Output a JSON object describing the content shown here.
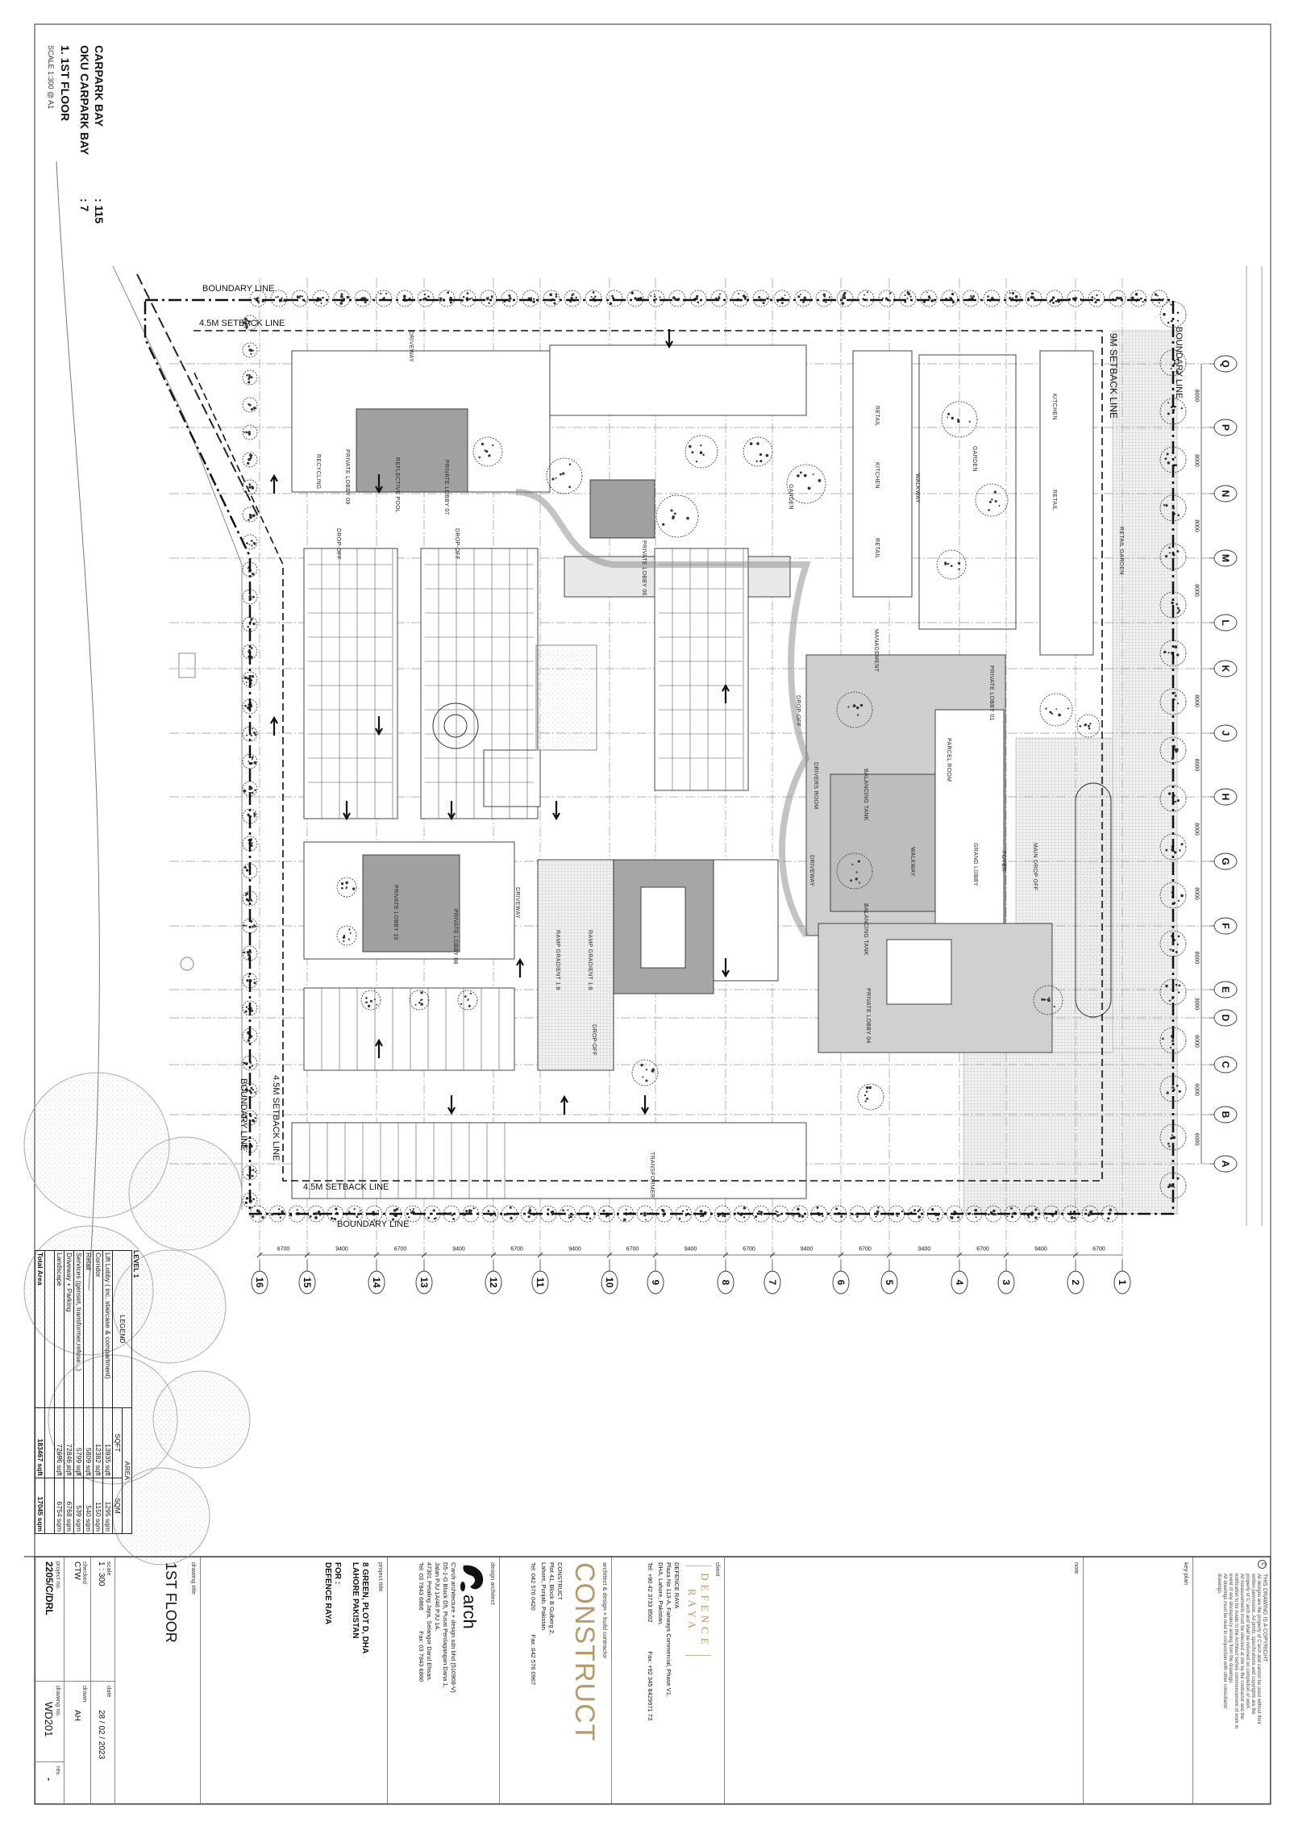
{
  "header": {
    "carpark_label": "CARPARK BAY",
    "carpark_value": ": 115",
    "oku_label": "OKU CARPARK BAY",
    "oku_value": ": 7",
    "title": "1. 1ST FLOOR",
    "scale": "SCALE 1:300 @ A1"
  },
  "boundary": {
    "top_boundary": "BOUNDARY LINE",
    "top_setback": "4.5M SETBACK LINE",
    "bottom_setback": "4.5M SETBACK LINE",
    "bottom_boundary": "BOUNDARY LINE",
    "left_boundary": "BOUNDARY LINE",
    "left_setback": "4.5M SETBACK LINE",
    "right_setback": "9M SETBACK LINE",
    "right_boundary": "BOUNDARY LINE"
  },
  "grid": {
    "columns": [
      "16",
      "15",
      "14",
      "13",
      "12",
      "11",
      "10",
      "9",
      "8",
      "7",
      "6",
      "5",
      "4",
      "3",
      "2",
      "1"
    ],
    "column_dims": [
      "6700",
      "9400",
      "6700",
      "9400",
      "6700",
      "9400",
      "6700",
      "9400",
      "6700",
      "9400",
      "6700",
      "9400",
      "6700",
      "9400",
      "6700"
    ],
    "rows": [
      "Q",
      "P",
      "N",
      "M",
      "L",
      "K",
      "J",
      "H",
      "G",
      "F",
      "E",
      "D",
      "C",
      "B",
      "A"
    ],
    "row_dims": [
      "8000",
      "8000",
      "8000",
      "8000",
      "",
      "8000",
      "8000",
      "8000",
      "8000",
      "8000",
      "3000",
      "6000",
      "6000",
      "6000"
    ]
  },
  "plan": {
    "labels": [
      "DRIVEWAY",
      "RECYCLING",
      "PRIVATE LOBBY 09",
      "REFLECTIVE POOL",
      "PRIVATE LOBBY 07",
      "DROP-OFF",
      "DROP-OFF",
      "PRIVATE LOBBY 06",
      "GARDEN",
      "RETAIL",
      "KITCHEN",
      "RETAIL",
      "WALKWAY",
      "GARDEN",
      "KITCHEN",
      "RETAIL",
      "RETAIL GARDEN",
      "MANAGEMENT",
      "DROP-OFF",
      "DRIVERS ROOM",
      "BALANCING TANK",
      "BALANCING TANK",
      "WALKWAY",
      "PARCEL ROOM",
      "GRAND LOBBY",
      "FOYER",
      "MAIN DROP OFF",
      "PRIVATE LOBBY 10",
      "PRIVATE LOBBY 08",
      "DRIVEWAY",
      "RAMP GRADIENT 1:8",
      "RAMP GRADIENT 1:8",
      "DROP-OFF",
      "TRANSFORMER",
      "DRIVEWAY",
      "PRIVATE LOBBY 01",
      "PRIVATE LOBBY 04"
    ]
  },
  "legend": {
    "level": "LEVEL 1",
    "title": "LEGEND",
    "area_header": "AREA",
    "sqft_header": "SQFT",
    "sqm_header": "SQM",
    "rows": [
      {
        "name": "Lift Lobby ( inc. staircase & compartment)",
        "sqft": "13935 sqft",
        "sqm": "1295 sqm"
      },
      {
        "name": "Corridor",
        "sqft": "12382 sqft",
        "sqm": "1150 sqm"
      },
      {
        "name": "Retail",
        "sqft": "5809 sqft",
        "sqm": "540 sqm"
      },
      {
        "name": "Services (genset, transformer,refuse...)",
        "sqft": "5799 sqft",
        "sqm": "539 sqm"
      },
      {
        "name": "Driveway + Parking",
        "sqft": "72846 sqft",
        "sqm": "6768 sqm"
      },
      {
        "name": "Landscape",
        "sqft": "72696 sqft",
        "sqm": "6754 sqm"
      }
    ],
    "total_label": "Total Area",
    "total_sqft": "183467 sqft",
    "total_sqm": "17045 sqm"
  },
  "title_block": {
    "copyright_title": "THIS DRAWING IS A COPYRIGHT",
    "copyright_lines": [
      "All designs are the property of C'arch and cannot be used without  their",
      "written permission. All prints, specifications and copyrights are the",
      "property of C' arch and shall be returned on completion of work.",
      "All measurements must be checked at site by the contractor and the",
      "notification to be made to the Architect before commencement of work in",
      "event of any discrepancy arising from the drawings.",
      "All drawings must be read in conjunction with other consultants'",
      "drawings."
    ],
    "key_plan_label": "key plan",
    "note_label": "note",
    "client_label": "client",
    "client_logo_line1": "DEFENCE",
    "client_logo_line2": "RAYA",
    "client_name": "DEFENCE RAYA",
    "client_address_1": "Plaza No 113-A, Fairways Commercial, Phase V1,",
    "client_address_2": "DHA, Lahore, Pakistan.",
    "client_tel": "Tel: +90 42 3733 8502",
    "client_fax": "Fax: +92 345 8429971 73",
    "contractor_label": "architect & design + build contractor",
    "contractor_logo": "CONSTRUCT",
    "contractor_name": "CONSTRUCT",
    "contractor_address_1": "Plot 41, Block B Gulberg 2,",
    "contractor_address_2": "Lahore, Punjab, Pakistan.",
    "contractor_tel": "Tel: 042 576 0420",
    "contractor_fax": "Fax: 042 576 0967",
    "design_architect_label": "design architect",
    "architect_logo": "arch",
    "architect_name": "C'arch architecture + design sdn bhd (510908-V)",
    "architect_address_1": "D5-1-G Block D5, Pusat Perdagangan Dana 1,",
    "architect_address_2": "Jalan PJU 1A/46 PJU 1A.",
    "architect_address_3": "47301 Petaling Jaya, Selangor Darul Ehsan.",
    "architect_tel": "Tel: 03 7843 6866",
    "architect_fax": "Fax: 03 7843 6860",
    "project_title_label": "project title",
    "project_line_1": "8 GREEN, PLOT D, DHA",
    "project_line_2": "LAHORE PAKISTAN",
    "project_for": "FOR :",
    "project_client": "DEFENCE RAYA",
    "drawing_title_label": "drawing title",
    "drawing_title": "1ST FLOOR",
    "scale_label": "scale",
    "scale_value": "1 : 300",
    "date_label": "date",
    "date_value": "28 / 02 / 2023",
    "checked_label": "checked",
    "checked_value": "CTW",
    "drawn_label": "drawn",
    "drawn_value": "AH",
    "project_no_label": "project no.",
    "project_no_value": "2205/C/DRL",
    "drawing_no_label": "drawing no.",
    "drawing_no_value": "WD201",
    "rev_label": "rev.",
    "rev_value": "-"
  },
  "colors": {
    "gold": "#b89a6a",
    "pool": "#9a9a9a",
    "corridor": "#c8c8c8",
    "line": "#111111"
  }
}
